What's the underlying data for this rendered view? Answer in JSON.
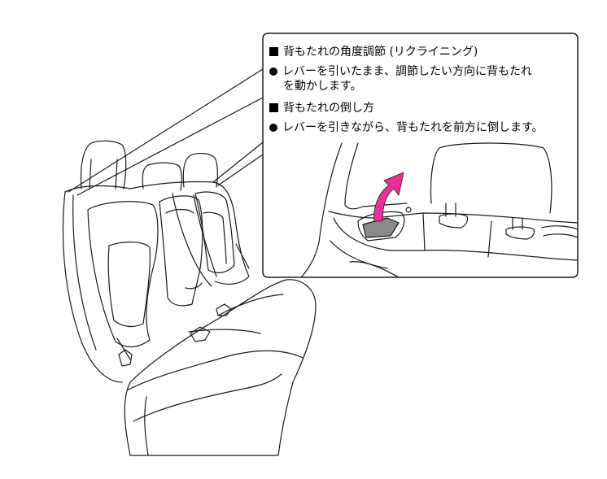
{
  "callout": {
    "recline_heading": "背もたれの角度調節 (リクライニング)",
    "recline_step_line1": "レバーを引いたまま、調節したい方向に背もたれ",
    "recline_step_line2": "を動かします。",
    "fold_heading": "背もたれの倒し方",
    "fold_step": "レバーを引きながら、背もたれを前方に倒します。"
  },
  "colors": {
    "arrow": "#ee2f9b",
    "lever": "#8a8a8a",
    "line": "#1a1a1a"
  },
  "icons": {
    "heading_bullet": "square-bullet-icon",
    "step_bullet": "round-bullet-icon",
    "direction": "pull-arrow-icon"
  }
}
